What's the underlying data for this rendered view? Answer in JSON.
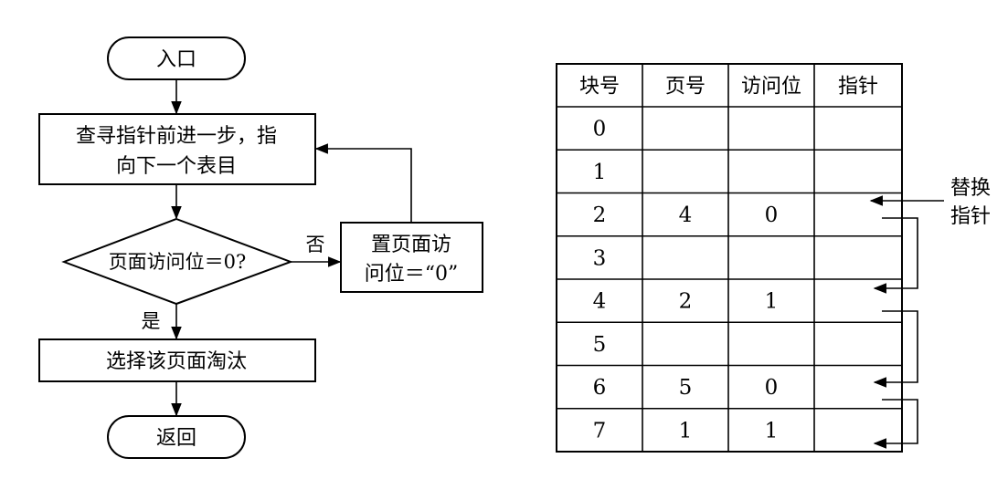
{
  "flowchart": {
    "start": "入口",
    "step1_line1": "查寻指针前进一步，指",
    "step1_line2": "向下一个表目",
    "decision": "页面访问位＝0?",
    "no_label": "否",
    "yes_label": "是",
    "reset_line1": "置页面访",
    "reset_line2": "问位＝“0”",
    "evict": "选择该页面淘汰",
    "end": "返回"
  },
  "table": {
    "headers": [
      "块号",
      "页号",
      "访问位",
      "指针"
    ],
    "rows": [
      [
        "0",
        "",
        "",
        ""
      ],
      [
        "1",
        "",
        "",
        ""
      ],
      [
        "2",
        "4",
        "0",
        ""
      ],
      [
        "3",
        "",
        "",
        ""
      ],
      [
        "4",
        "2",
        "1",
        ""
      ],
      [
        "5",
        "",
        "",
        ""
      ],
      [
        "6",
        "5",
        "0",
        ""
      ],
      [
        "7",
        "1",
        "1",
        ""
      ]
    ]
  },
  "pointer_label": {
    "line1": "替换",
    "line2": "指针"
  }
}
